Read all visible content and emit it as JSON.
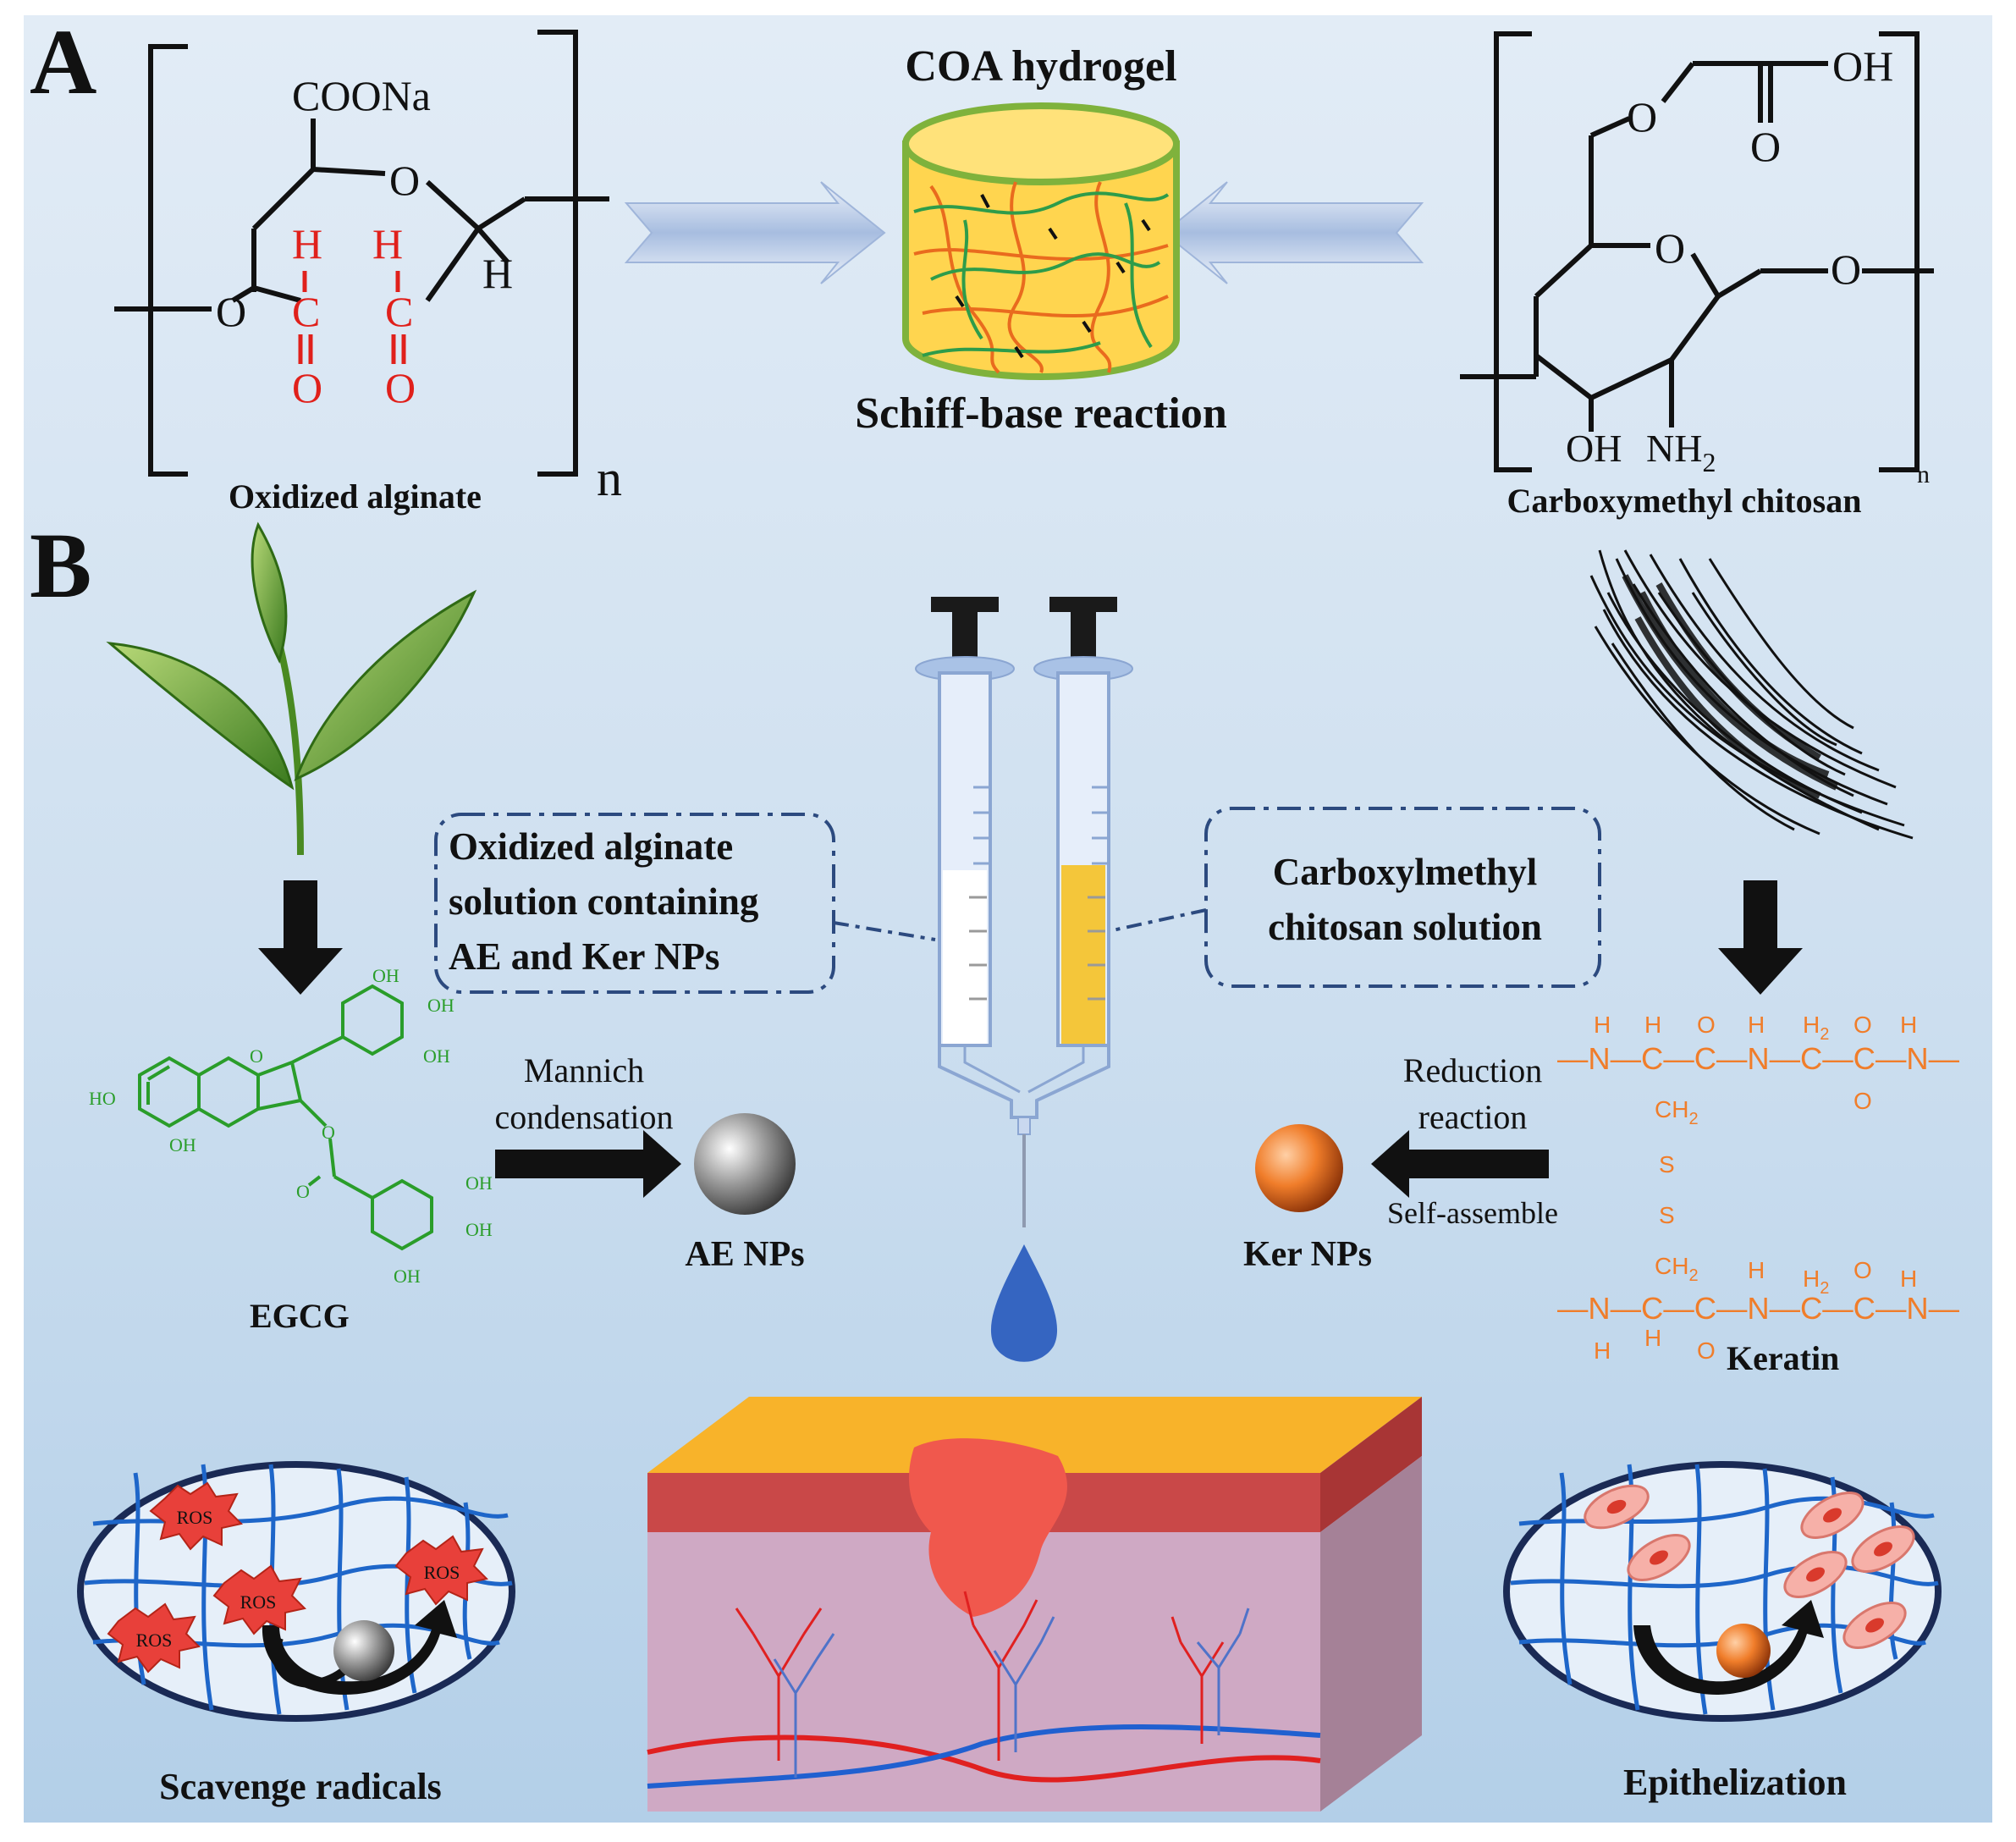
{
  "panel_a": {
    "label": "A",
    "alginate": {
      "coona": "COONa",
      "o_ring": "O",
      "o_link": "O",
      "h_right": "H",
      "h_red1": "H",
      "h_red2": "H",
      "c_red1": "C",
      "c_red2": "C",
      "o_red1": "O",
      "o_red2": "O",
      "n": "n",
      "name": "Oxidized alginate"
    },
    "hydrogel": {
      "title": "COA hydrogel",
      "reaction": "Schiff-base reaction"
    },
    "chitosan": {
      "oh_top": "OH",
      "o_carbonyl": "O",
      "o_ether": "O",
      "o_ring": "O",
      "o_link": "O",
      "oh": "OH",
      "nh2": "NH",
      "sub2": "2",
      "n": "n",
      "name": "Carboxymethyl chitosan"
    }
  },
  "panel_b": {
    "label": "B",
    "left_box": [
      "Oxidized alginate",
      "solution containing",
      "AE and Ker NPs"
    ],
    "right_box": [
      "Carboxylmethyl",
      "chitosan solution"
    ],
    "egcg": {
      "name": "EGCG",
      "oh_labels": [
        "HO",
        "OH",
        "OH",
        "OH",
        "OH",
        "OH",
        "OH",
        "OH"
      ],
      "o_ring": "O",
      "o_ester": "O",
      "o_carbonyl": "O"
    },
    "mannich": [
      "Mannich",
      "condensation"
    ],
    "ae_label": "AE NPs",
    "reduction": [
      "Reduction",
      "reaction"
    ],
    "self_assemble": "Self-assemble",
    "ker_label": "Ker NPs",
    "keratin": {
      "name": "Keratin",
      "top_chain": "—N—C—C—N—C—C—N—",
      "bottom_chain": "—N—C—C—N—C—C—N—",
      "h": "H",
      "h2": "H",
      "o": "O",
      "ch2": "CH",
      "s": "S",
      "sub2": "2"
    },
    "ros_label": "ROS",
    "scavenge_label": "Scavenge radicals",
    "epithel_label": "Epithelization"
  },
  "colors": {
    "bg_top": "#dde9f4",
    "bg_bottom": "#b8d3ea",
    "red_text": "#e0201b",
    "egcg_green": "#2a9d2a",
    "keratin_orange": "#f07d2a",
    "dash_blue": "#2c4a7f",
    "mesh_blue": "#1e66c9",
    "skin_top": "#f8b32a",
    "skin_red": "#c94848",
    "skin_body": "#cfa9c4",
    "wound": "#f0584d",
    "droplet": "#3565c1",
    "gel_yellow": "#ffd54f"
  }
}
